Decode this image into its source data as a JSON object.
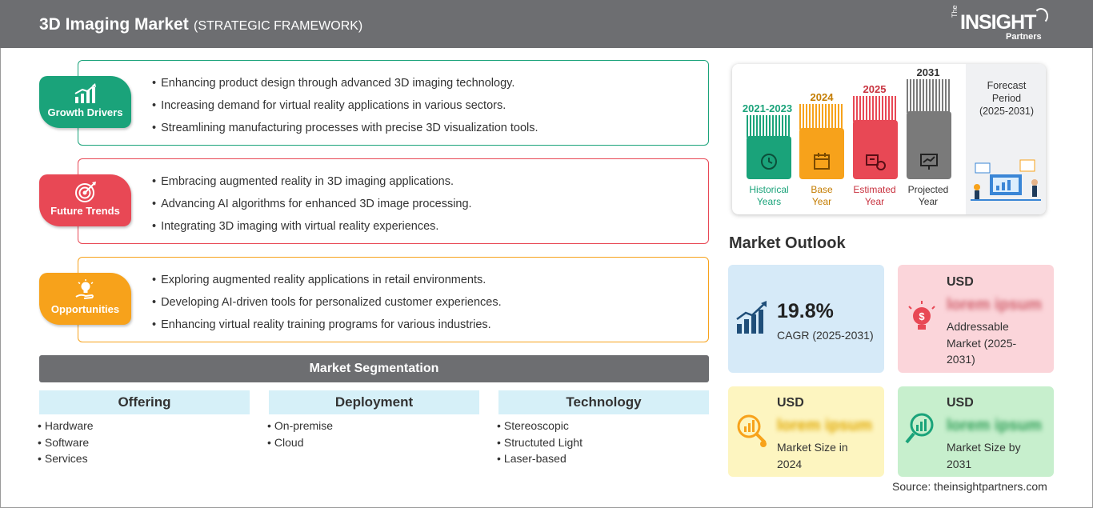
{
  "header": {
    "title": "3D Imaging Market",
    "subtitle": "(STRATEGIC FRAMEWORK)",
    "logo": {
      "the": "The",
      "insight": "INSIGHT",
      "partners": "Partners"
    }
  },
  "framework": {
    "growth_drivers": {
      "label": "Growth Drivers",
      "color": "#1aa37a",
      "points": [
        "Enhancing product design through advanced 3D imaging technology.",
        "Increasing demand for virtual reality applications in various sectors.",
        "Streamlining manufacturing processes with precise 3D visualization tools."
      ]
    },
    "future_trends": {
      "label": "Future Trends",
      "color": "#e84855",
      "points": [
        "Embracing augmented reality in 3D imaging applications.",
        "Advancing AI algorithms for enhanced 3D image processing.",
        "Integrating 3D imaging with virtual reality experiences."
      ]
    },
    "opportunities": {
      "label": "Opportunities",
      "color": "#f7a21b",
      "points": [
        "Exploring augmented reality applications in retail environments.",
        "Developing AI-driven tools for personalized customer experiences.",
        "Enhancing virtual reality training programs for various industries."
      ]
    }
  },
  "segmentation": {
    "title": "Market Segmentation",
    "columns": [
      {
        "title": "Offering",
        "items": [
          "Hardware",
          "Software",
          "Services"
        ]
      },
      {
        "title": "Deployment",
        "items": [
          "On-premise",
          "Cloud"
        ]
      },
      {
        "title": "Technology",
        "items": [
          "Stereoscopic",
          "Structuted Light",
          "Laser-based"
        ]
      }
    ]
  },
  "timeline": {
    "periods": [
      {
        "year": "2021-2023",
        "label1": "Historical",
        "label2": "Years",
        "color": "#1aa37a",
        "icon": "history-icon"
      },
      {
        "year": "2024",
        "label1": "Base",
        "label2": "Year",
        "color": "#f7a21b",
        "icon": "calendar-icon"
      },
      {
        "year": "2025",
        "label1": "Estimated",
        "label2": "Year",
        "color": "#e84855",
        "icon": "estimate-icon"
      },
      {
        "year": "2031",
        "label1": "Projected",
        "label2": "Year",
        "color": "#7a7a7a",
        "icon": "projection-icon"
      }
    ],
    "forecast": {
      "line1": "Forecast",
      "line2": "Period",
      "line3": "(2025-2031)"
    }
  },
  "outlook": {
    "title": "Market Outlook",
    "cagr": {
      "value": "19.8%",
      "label": "CAGR (2025-2031)",
      "bg": "#d6eaf8"
    },
    "addressable": {
      "currency": "USD",
      "value": "lorem ipsum",
      "line1": "Addressable",
      "line2": "Market (2025-",
      "line3": "2031)",
      "bg": "#fbd5da"
    },
    "size_2024": {
      "currency": "USD",
      "value": "lorem ipsum",
      "line1": "Market Size in",
      "line2": "2024",
      "bg": "#fdf5c0"
    },
    "size_2031": {
      "currency": "USD",
      "value": "lorem ipsum",
      "line1": "Market Size by",
      "line2": "2031",
      "bg": "#c7efcd"
    }
  },
  "source": "Source: theinsightpartners.com"
}
